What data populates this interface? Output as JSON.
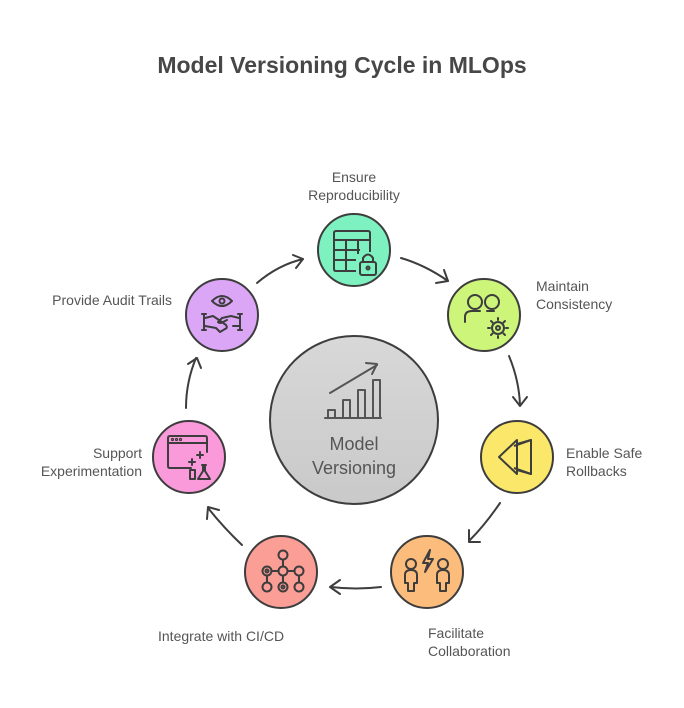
{
  "title": "Model Versioning Cycle in MLOps",
  "hub": {
    "line1": "Model",
    "line2": "Versioning",
    "icon": "growth-chart-icon",
    "color": "#d6d6d6"
  },
  "steps": [
    {
      "id": "reproducibility",
      "line1": "Ensure",
      "line2": "Reproducibility",
      "icon": "table-lock-icon",
      "color": "#7df2c0"
    },
    {
      "id": "consistency",
      "line1": "Maintain",
      "line2": "Consistency",
      "icon": "users-gear-icon",
      "color": "#ccf57a"
    },
    {
      "id": "rollbacks",
      "line1": "Enable Safe",
      "line2": "Rollbacks",
      "icon": "rewind-icon",
      "color": "#fbe86a"
    },
    {
      "id": "collaboration",
      "line1": "Facilitate",
      "line2": "Collaboration",
      "icon": "people-lightning-icon",
      "color": "#fcbc7c"
    },
    {
      "id": "cicd",
      "line1": "Integrate with CI/CD",
      "line2": "",
      "icon": "pipeline-nodes-icon",
      "color": "#fa9e96"
    },
    {
      "id": "experimentation",
      "line1": "Support",
      "line2": "Experimentation",
      "icon": "browser-flask-icon",
      "color": "#fa9ada"
    },
    {
      "id": "audit",
      "line1": "Provide Audit Trails",
      "line2": "",
      "icon": "eye-handshake-icon",
      "color": "#dca6f7"
    }
  ],
  "stroke_color": "#3d3d3d"
}
